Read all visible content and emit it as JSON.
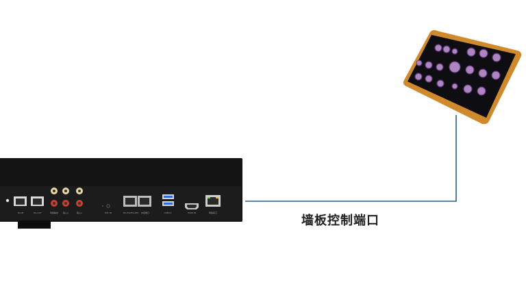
{
  "connection": {
    "label": "墙板控制端口",
    "line_color": "#2b5f86"
  },
  "host_device": {
    "body_color": "#141414",
    "panel_color": "#1c1c1c",
    "ports": [
      {
        "icon": "rj45-port-icon",
        "label": "RS-IN"
      },
      {
        "icon": "rj45-port-icon",
        "label": "RS-OUT"
      },
      {
        "icon": "rca-jack-icon",
        "label": "音频输出"
      },
      {
        "icon": "rca-jack-icon",
        "label": "输入2"
      },
      {
        "icon": "rca-jack-icon",
        "label": "输入1"
      },
      {
        "icon": "audio-jack-icon",
        "label": "MIC IN"
      },
      {
        "icon": "rj45-port-icon",
        "label": "RS-232/RS-485"
      },
      {
        "icon": "rj45-port-icon",
        "label": "中控端口"
      },
      {
        "icon": "usb-port-icon",
        "label": "USB3.0"
      },
      {
        "icon": "hdmi-port-icon",
        "label": "HDMI IN"
      },
      {
        "icon": "ethernet-port-icon",
        "label": "网络接口"
      }
    ]
  },
  "wall_panel": {
    "frame_color": "#d08a2e",
    "screen_color": "#0d0d12",
    "button_glow": "#c89be0"
  }
}
